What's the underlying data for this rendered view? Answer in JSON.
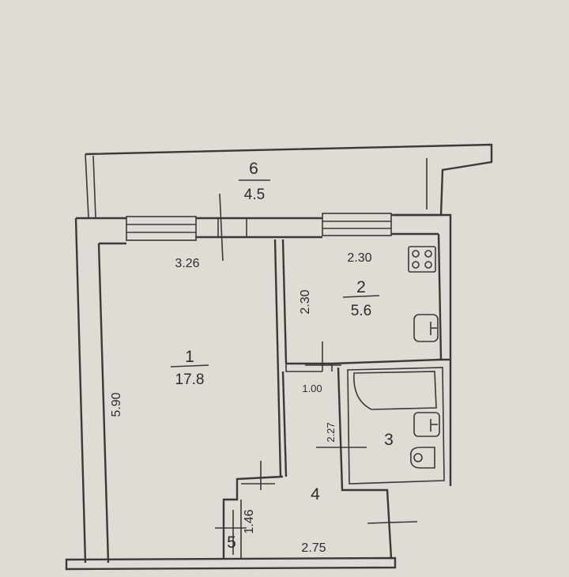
{
  "plan": {
    "rooms": [
      {
        "id": "balcony",
        "number": "6",
        "area": "4.5"
      },
      {
        "id": "living",
        "number": "1",
        "area": "17.8"
      },
      {
        "id": "kitchen",
        "number": "2",
        "area": "5.6"
      },
      {
        "id": "bathroom",
        "number": "3"
      },
      {
        "id": "hall",
        "number": "4"
      },
      {
        "id": "closet",
        "number": "5"
      }
    ],
    "dimensions": {
      "living_width": "3.26",
      "living_length": "5.90",
      "kitchen_width": "2.30",
      "kitchen_depth": "2.30",
      "doorway": "1.00",
      "bath_length": "2.27",
      "hall_depth": "1.46",
      "hall_width": "2.75"
    },
    "fixtures": [
      "stove-icon",
      "sink-icon",
      "bathtub-icon",
      "washbasin-icon",
      "toilet-icon"
    ],
    "colors": {
      "paper": "#dfdcd6",
      "ink": "#3a3937"
    }
  }
}
